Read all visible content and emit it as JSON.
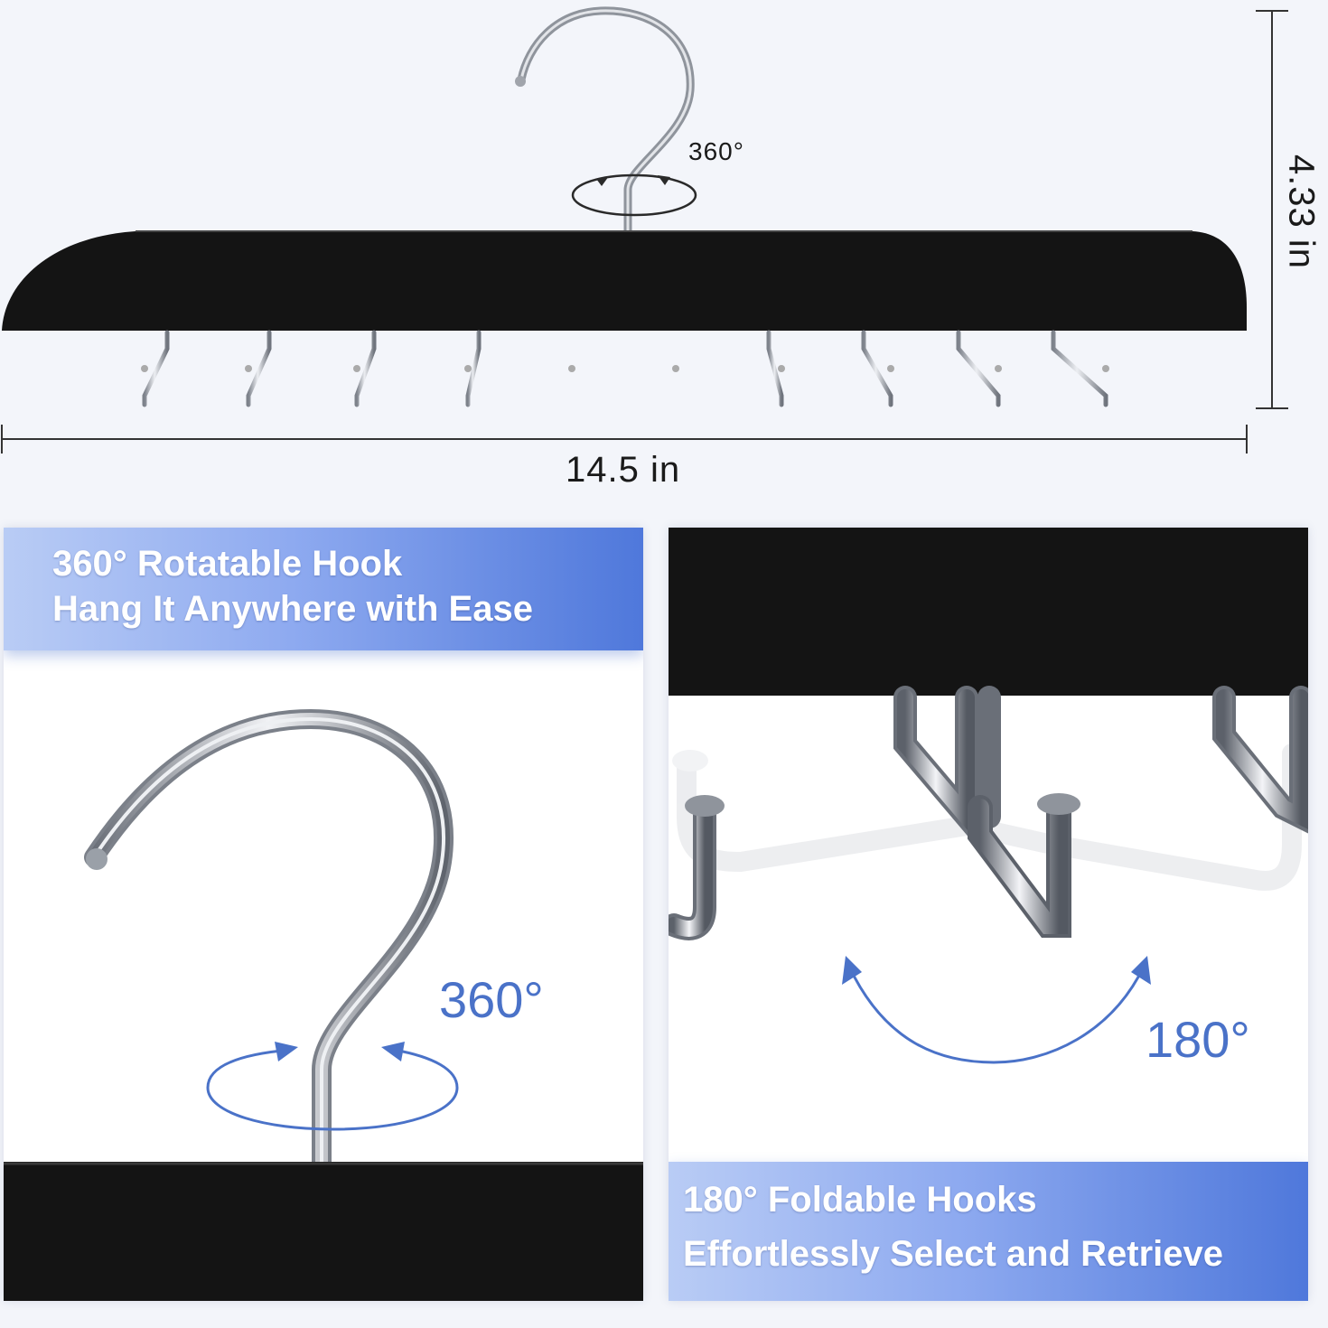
{
  "top_diagram": {
    "hook_rotation_label": "360°",
    "height_label": "4.33 in",
    "width_label": "14.5 in"
  },
  "left_panel": {
    "banner_line1": "360° Rotatable Hook",
    "banner_line2": "Hang It Anywhere with Ease",
    "rotation_label": "360°"
  },
  "right_panel": {
    "fold_label": "180°",
    "banner_line1": "180° Foldable Hooks",
    "banner_line2": "Effortlessly Select and Retrieve"
  },
  "colors": {
    "accent_blue": "#4a72c8",
    "hanger_black": "#141414",
    "metal": "#b8bcc4"
  }
}
